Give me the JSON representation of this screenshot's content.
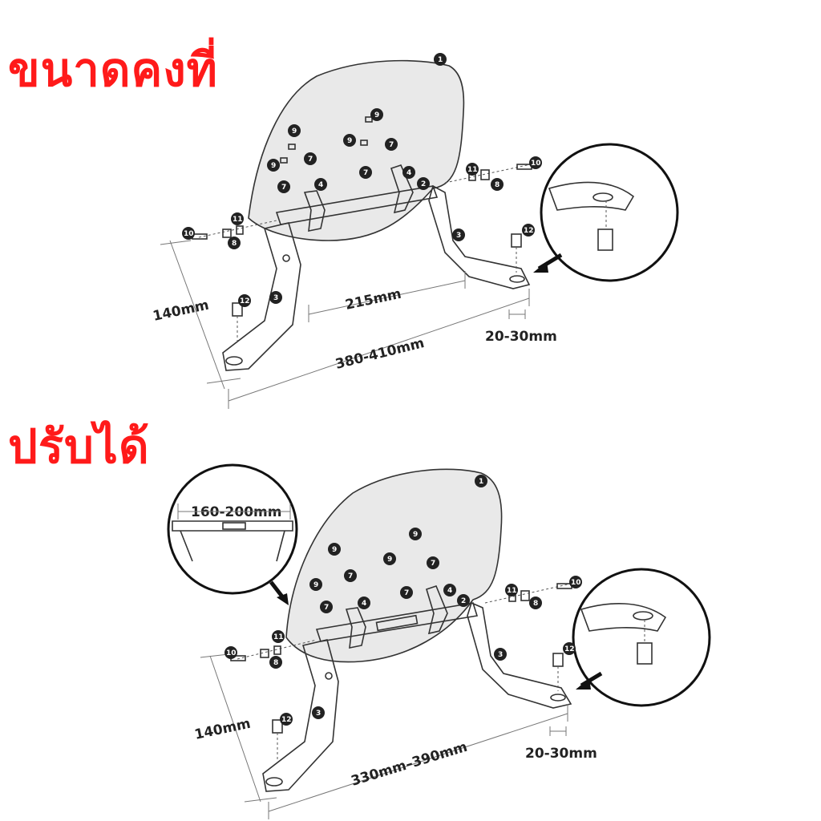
{
  "titles": {
    "fixed": "ขนาดคงที่",
    "adjustable": "ปรับได้"
  },
  "top": {
    "height": "140mm",
    "inner_width": "215mm",
    "outer_width": "380-410mm",
    "slot": "20-30mm"
  },
  "bottom": {
    "height": "140mm",
    "outer_width": "330mm–390mm",
    "slot": "20-30mm",
    "zoom_width": "160-200mm"
  },
  "parts": [
    "1",
    "2",
    "3",
    "4",
    "7",
    "8",
    "9",
    "10",
    "11",
    "12"
  ]
}
